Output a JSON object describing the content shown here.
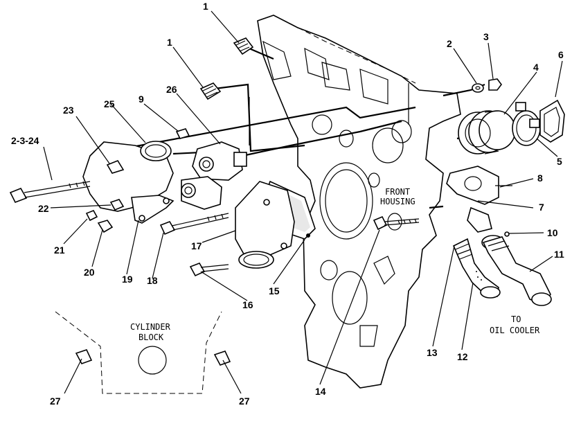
{
  "diagram": {
    "captions": {
      "front_housing_line1": "FRONT",
      "front_housing_line2": "HOUSING",
      "cylinder_block_line1": "CYLINDER",
      "cylinder_block_line2": "BLOCK",
      "to_oil_cooler_line1": "TO",
      "to_oil_cooler_line2": "OIL COOLER"
    },
    "callouts": [
      {
        "id": "c1a",
        "text": "1"
      },
      {
        "id": "c1b",
        "text": "1"
      },
      {
        "id": "c2",
        "text": "2"
      },
      {
        "id": "c3",
        "text": "3"
      },
      {
        "id": "c4",
        "text": "4"
      },
      {
        "id": "c5",
        "text": "5"
      },
      {
        "id": "c6",
        "text": "6"
      },
      {
        "id": "c7",
        "text": "7"
      },
      {
        "id": "c8",
        "text": "8"
      },
      {
        "id": "c9",
        "text": "9"
      },
      {
        "id": "c10",
        "text": "10"
      },
      {
        "id": "c11",
        "text": "11"
      },
      {
        "id": "c12",
        "text": "12"
      },
      {
        "id": "c13",
        "text": "13"
      },
      {
        "id": "c14",
        "text": "14"
      },
      {
        "id": "c15",
        "text": "15"
      },
      {
        "id": "c16",
        "text": "16"
      },
      {
        "id": "c17",
        "text": "17"
      },
      {
        "id": "c18",
        "text": "18"
      },
      {
        "id": "c19",
        "text": "19"
      },
      {
        "id": "c20",
        "text": "20"
      },
      {
        "id": "c21",
        "text": "21"
      },
      {
        "id": "c22",
        "text": "22"
      },
      {
        "id": "c23",
        "text": "23"
      },
      {
        "id": "c24",
        "text": "2-3-24"
      },
      {
        "id": "c25",
        "text": "25"
      },
      {
        "id": "c26",
        "text": "26"
      },
      {
        "id": "c27a",
        "text": "27"
      },
      {
        "id": "c27b",
        "text": "27"
      }
    ]
  }
}
